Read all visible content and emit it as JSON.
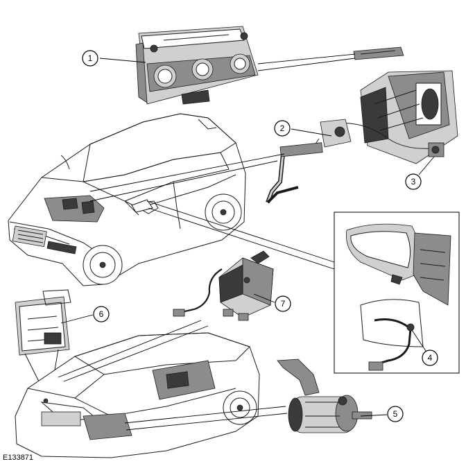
{
  "figure_id": "E133871",
  "callouts": [
    {
      "label": "1"
    },
    {
      "label": "2"
    },
    {
      "label": "3"
    },
    {
      "label": "4"
    },
    {
      "label": "5"
    },
    {
      "label": "6"
    },
    {
      "label": "7"
    }
  ]
}
